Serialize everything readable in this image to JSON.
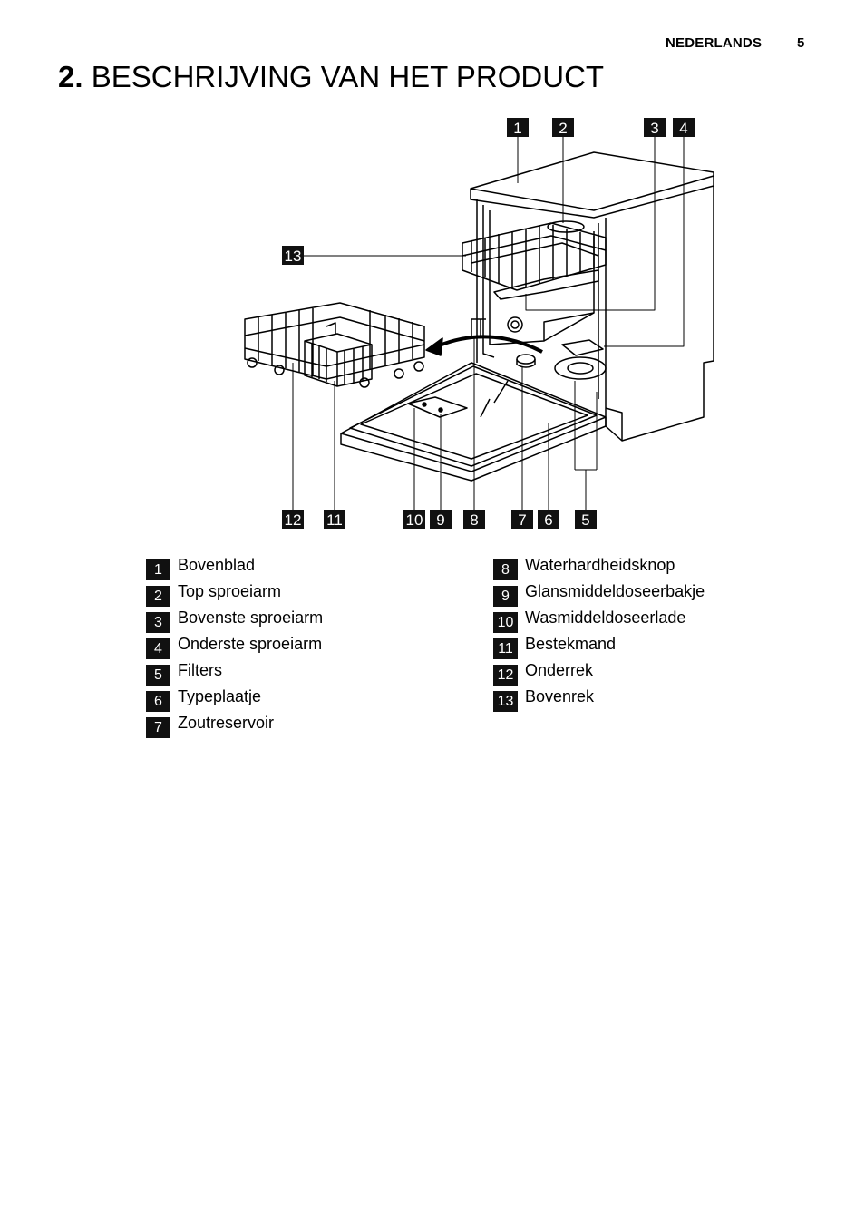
{
  "header": {
    "language": "NEDERLANDS",
    "page_number": "5"
  },
  "title": {
    "number": "2.",
    "text": "BESCHRIJVING VAN HET PRODUCT"
  },
  "figure": {
    "callouts": [
      "1",
      "2",
      "3",
      "4",
      "13",
      "12",
      "11",
      "10",
      "9",
      "8",
      "7",
      "6",
      "5"
    ]
  },
  "legend": {
    "left": [
      {
        "num": "1",
        "label": "Bovenblad"
      },
      {
        "num": "2",
        "label": "Top sproeiarm"
      },
      {
        "num": "3",
        "label": "Bovenste sproeiarm"
      },
      {
        "num": "4",
        "label": "Onderste sproeiarm"
      },
      {
        "num": "5",
        "label": "Filters"
      },
      {
        "num": "6",
        "label": "Typeplaatje"
      },
      {
        "num": "7",
        "label": "Zoutreservoir"
      }
    ],
    "right": [
      {
        "num": "8",
        "label": "Waterhardheidsknop"
      },
      {
        "num": "9",
        "label": "Glansmiddeldoseerbakje"
      },
      {
        "num": "10",
        "label": "Wasmiddeldoseerlade"
      },
      {
        "num": "11",
        "label": "Bestekmand"
      },
      {
        "num": "12",
        "label": "Onderrek"
      },
      {
        "num": "13",
        "label": "Bovenrek"
      }
    ]
  }
}
